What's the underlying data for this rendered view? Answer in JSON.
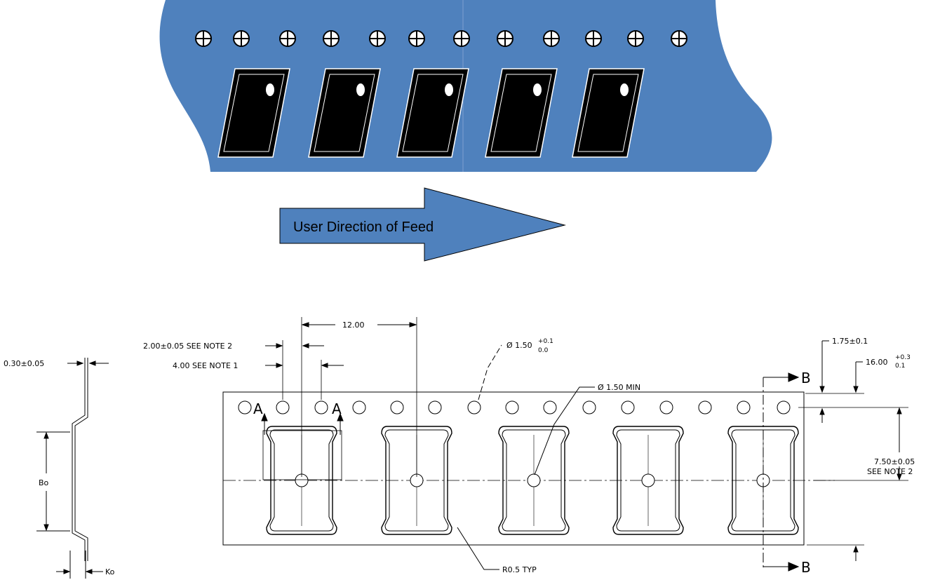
{
  "colors": {
    "tape": "#4f81bd",
    "pocket": "#000000",
    "arrow_fill": "#4f81bd"
  },
  "feed_arrow": {
    "label": "User Direction of Feed"
  },
  "drawing": {
    "pitch": "12.00",
    "hole_offset": "2.00±0.05 SEE NOTE 2",
    "hole_pitch": "4.00 SEE NOTE 1",
    "hole_dia": "Ø 1.50",
    "hole_dia_tol_upper": "+0.1",
    "hole_dia_tol_lower": "0.0",
    "pocket_hole": "Ø 1.50 MIN",
    "edge_to_hole": "1.75±0.1",
    "width": "16.00",
    "width_tol_upper": "+0.3",
    "width_tol_lower": "0.1",
    "center_offset": "7.50±0.05",
    "center_note": "SEE NOTE 2",
    "corner_radius": "R0.5 TYP",
    "thickness": "0.30±0.05",
    "bo_label": "Bo",
    "ko_label": "Ko",
    "section_a": "A",
    "section_b": "B"
  }
}
